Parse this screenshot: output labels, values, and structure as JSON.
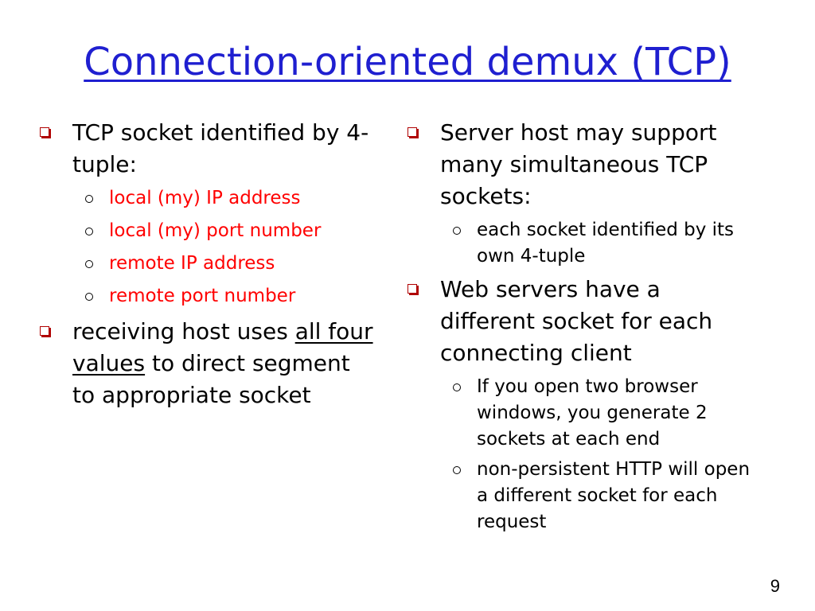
{
  "slide": {
    "title": "Connection-oriented demux (TCP)",
    "page_number": "9"
  },
  "left": {
    "b1": {
      "text": "TCP socket identified by 4-tuple:",
      "subs": [
        "local (my) IP address",
        "local (my) port number",
        "remote IP address",
        "remote port number"
      ]
    },
    "b2": {
      "before": "receiving host uses ",
      "underlined": "all four values",
      "after": " to direct segment to appropriate socket"
    }
  },
  "right": {
    "b1": {
      "text": "Server host may support many simultaneous TCP sockets:",
      "subs": [
        "each socket identified by its own 4-tuple"
      ]
    },
    "b2": {
      "text": "Web servers have a different socket for each connecting client",
      "subs": [
        "If you open two browser windows, you generate 2 sockets at each end",
        "non-persistent HTTP will open a different socket for each request"
      ]
    }
  },
  "colors": {
    "title": "#1f1fd0",
    "bullet": "#b00000",
    "highlight": "#ff0000"
  }
}
